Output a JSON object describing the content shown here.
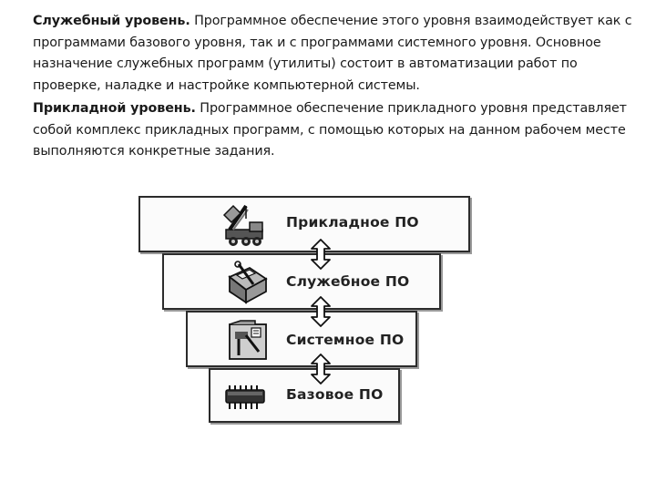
{
  "paragraphs": [
    {
      "term": "Служебный уровень.",
      "text": " Программное обеспечение этого уровня взаимодействует как с программами базового уровня, так и с программами системного уровня. Основное назначение служебных программ (утилиты) состоит в автоматизации работ по проверке, наладке и настройке компьютерной системы."
    },
    {
      "term": "Прикладной уровень.",
      "text": " Программное обеспечение прикладного уровня представляет собой комплекс прикладных программ, с помощью которых на данном рабочем месте выполняются конкретные задания."
    }
  ],
  "diagram": {
    "layers": [
      {
        "label": "Прикладное ПО",
        "icon": "crane-truck-icon"
      },
      {
        "label": "Служебное ПО",
        "icon": "tools-toolbox-icon"
      },
      {
        "label": "Системное ПО",
        "icon": "system-window-icon"
      },
      {
        "label": "Базовое ПО",
        "icon": "chip-icon"
      }
    ]
  }
}
